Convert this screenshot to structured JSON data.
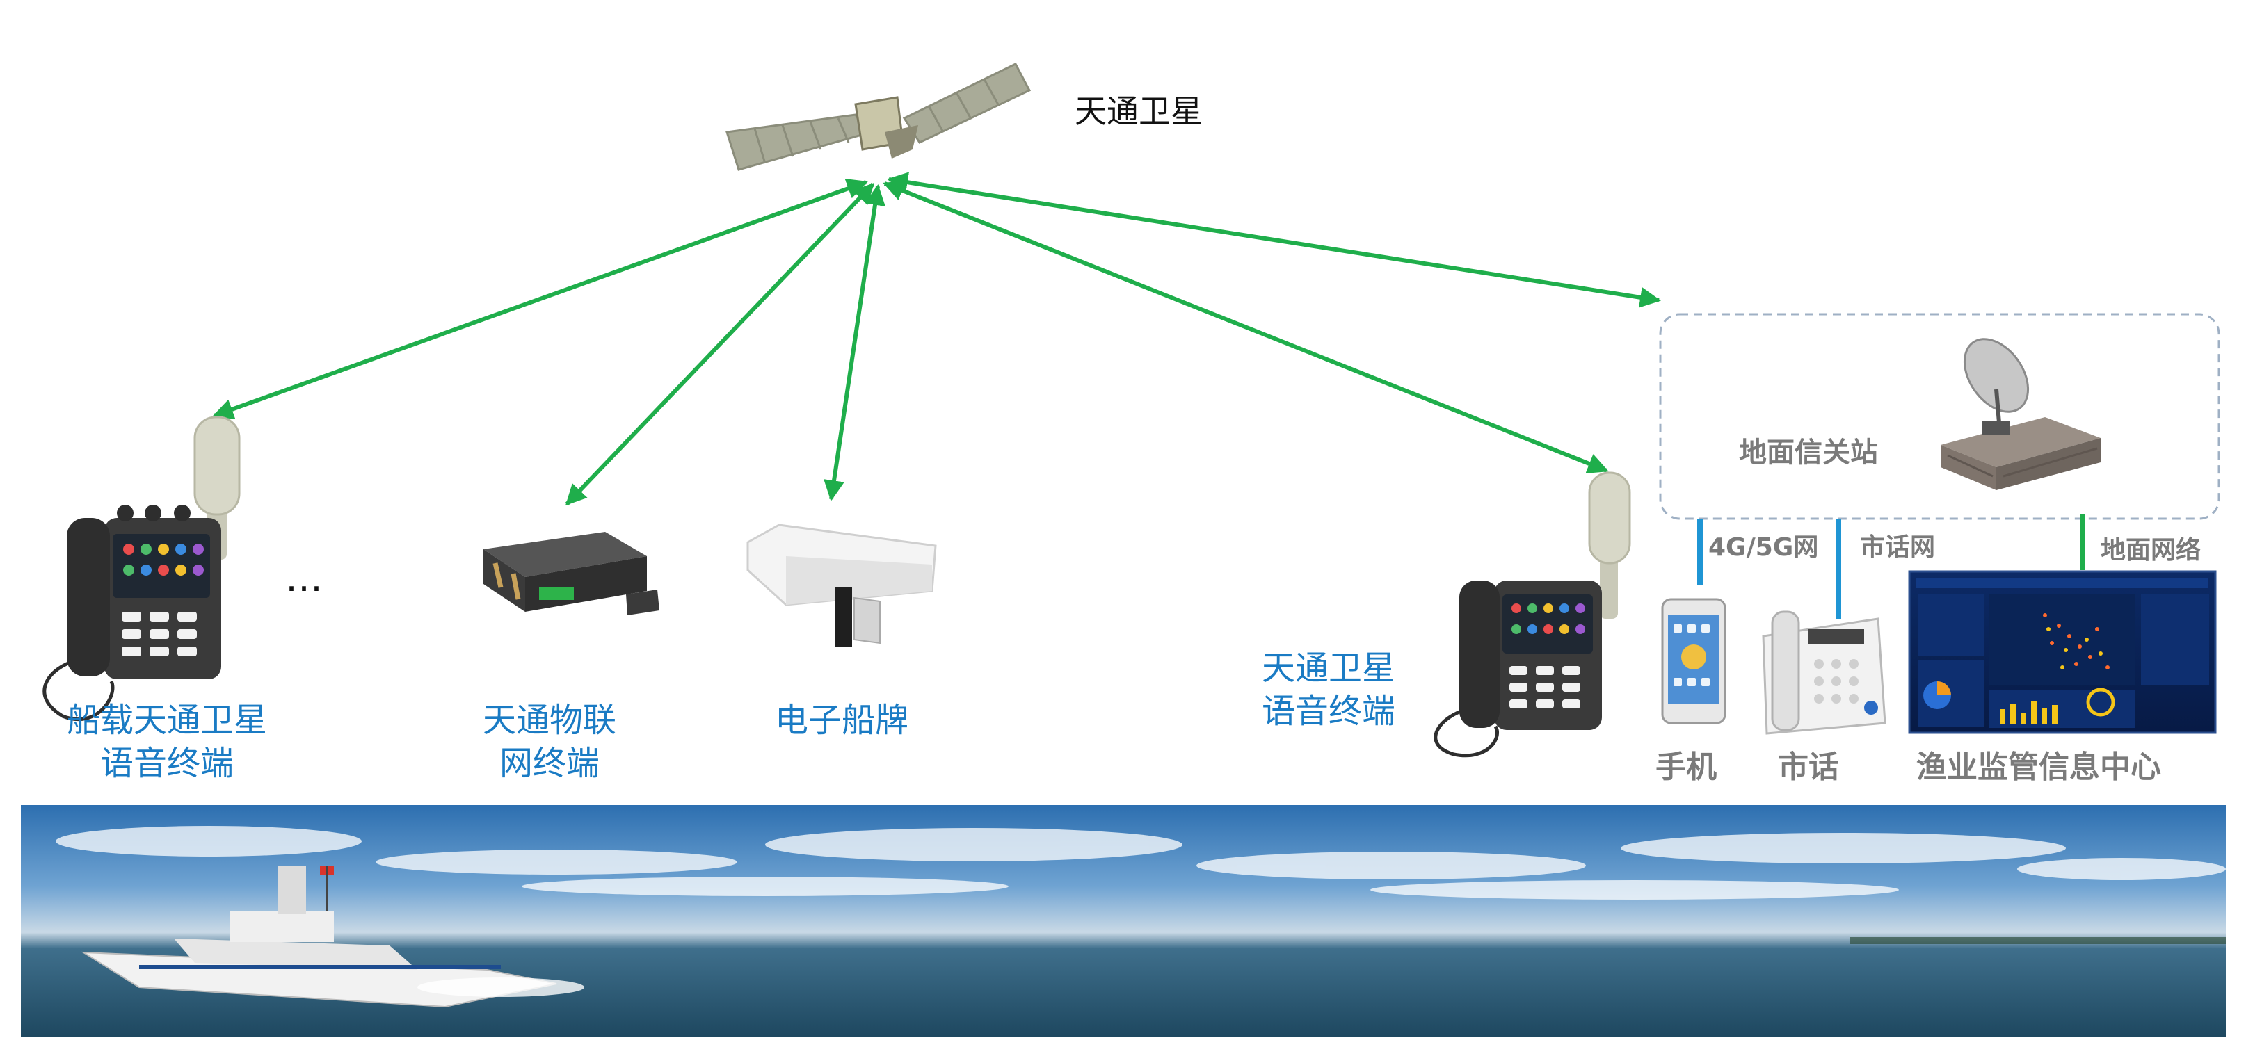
{
  "satellite": {
    "label": "天通卫星",
    "icon": "satellite-icon"
  },
  "gateway": {
    "label": "地面信关站",
    "icon": "ground-station-icon"
  },
  "devices": {
    "ship_terminal": {
      "line1": "船载天通卫星",
      "line2": "语音终端",
      "icon": "satellite-phone-icon"
    },
    "ellipsis": "…",
    "iot_terminal": {
      "line1": "天通物联",
      "line2": "网终端",
      "icon": "iot-router-icon"
    },
    "ship_plate": {
      "label": "电子船牌",
      "icon": "electronic-plate-icon"
    },
    "voice_terminal": {
      "line1": "天通卫星",
      "line2": "语音终端",
      "icon": "satellite-phone-icon"
    }
  },
  "links": {
    "mobile": "4G/5G网",
    "landline": "市话网",
    "ground": "地面网络"
  },
  "endpoints": {
    "phone": {
      "label": "手机",
      "icon": "mobile-phone-icon"
    },
    "landline": {
      "label": "市话",
      "icon": "desk-phone-icon"
    },
    "center": {
      "label": "渔业监管信息中心",
      "icon": "dashboard-screen-icon"
    }
  },
  "colors": {
    "link_green": "#1fae4b",
    "link_blue": "#1f95d4",
    "label_blue": "#1a7bc4",
    "label_gray": "#7a7a7a"
  }
}
